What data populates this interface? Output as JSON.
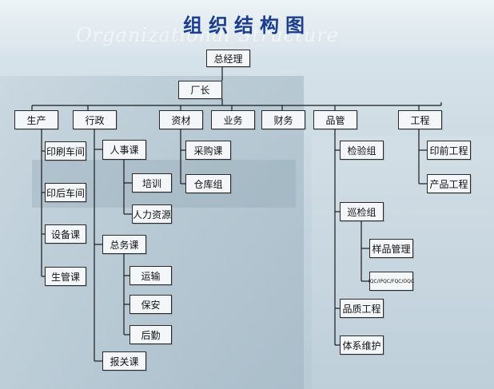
{
  "title": "组织结构图",
  "subtitle": "Organizational Structure",
  "nodes": {
    "gm": "总经理",
    "factory": "厂长",
    "production": "生产",
    "admin": "行政",
    "materials": "资材",
    "business": "业务",
    "finance": "财务",
    "quality": "品管",
    "engineering": "工程",
    "printing_workshop": "印刷车间",
    "post_press_workshop": "印后车间",
    "equipment": "设备课",
    "production_mgmt": "生管课",
    "hr": "人事课",
    "training": "培训",
    "human_resources": "人力资源",
    "general_affairs": "总务课",
    "transport": "运输",
    "security": "保安",
    "logistics": "后勤",
    "customs": "报关课",
    "purchasing": "采购课",
    "warehouse": "仓库组",
    "inspection": "检验组",
    "patrol_inspection": "巡检组",
    "sample_mgmt": "样品管理",
    "iqc": "IQC/IPQC/FQC/OQC",
    "quality_eng": "品质工程",
    "system_maint": "体系维护",
    "prepress_eng": "印前工程",
    "product_eng": "产品工程"
  }
}
